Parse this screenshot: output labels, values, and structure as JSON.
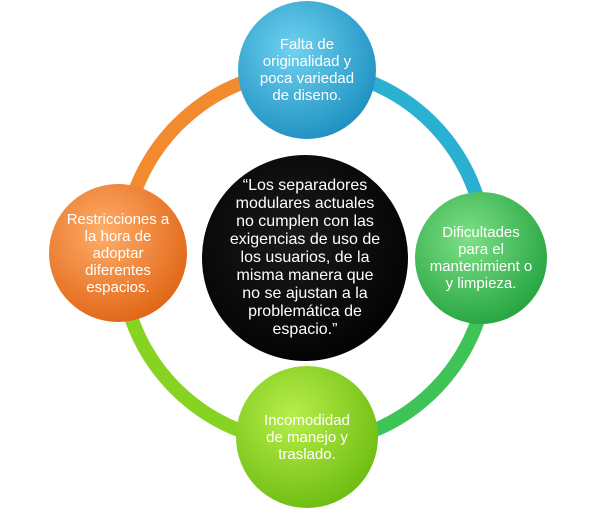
{
  "center": {
    "text": "“Los separadores modulares actuales no cumplen con las exigencias de uso de los usuarios, de la misma manera que no se ajustan a la problemática de espacio.”",
    "color": "#000000"
  },
  "nodes": {
    "top": {
      "text": "Falta de originalidad y poca variedad de diseno.",
      "color": "#2aa8d8"
    },
    "right": {
      "text": "Dificultades para el mantenimient o y limpieza.",
      "color": "#43c35a"
    },
    "bottom": {
      "text": "Incomodidad de manejo y traslado.",
      "color": "#8ed81d"
    },
    "left": {
      "text": "Restricciones a la hora de adoptar diferentes espacios.",
      "color": "#f27d2e"
    }
  },
  "ring_colors": {
    "top_right": "#2ab0d0",
    "right_bottom": "#3ec456",
    "bottom_left": "#86d421",
    "left_top": "#f28a2e"
  }
}
